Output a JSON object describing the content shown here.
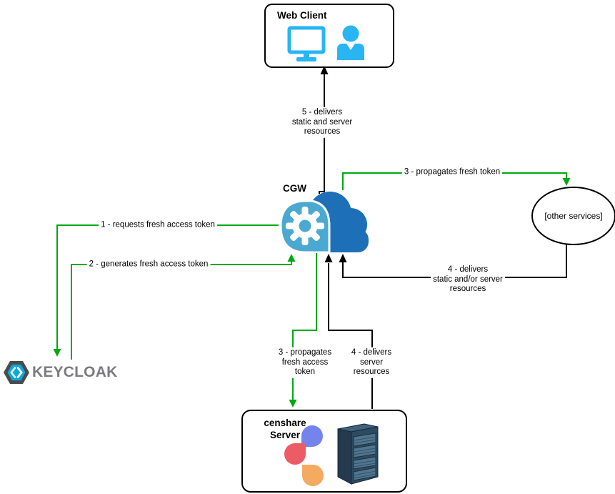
{
  "nodes": {
    "web_client": {
      "title": "Web Client",
      "icons": [
        "monitor-icon",
        "user-icon"
      ]
    },
    "cgw": {
      "title": "CGW",
      "icon": "cloud-gear-icon"
    },
    "other_services": {
      "label": "[other services]"
    },
    "keycloak": {
      "label": "KEYCLOAK",
      "icon": "keycloak-hexagon-icon"
    },
    "censhare_server": {
      "title_lines": [
        "censhare",
        "Server"
      ],
      "icons": [
        "censhare-logo-icon",
        "server-rack-icon"
      ]
    }
  },
  "edges": {
    "e1_requests": {
      "label": "1 - requests fresh access token",
      "color": "green",
      "from": "CGW",
      "to": "KEYCLOAK"
    },
    "e2_generates": {
      "label": "2 - generates fresh access token",
      "color": "green",
      "from": "KEYCLOAK",
      "to": "CGW"
    },
    "e3_services": {
      "label": "3 - propagates fresh token",
      "color": "green",
      "from": "CGW",
      "to": "[other services]"
    },
    "e3_censhare": {
      "lines": [
        "3 - propagates",
        "fresh access",
        "token"
      ],
      "color": "green",
      "from": "CGW",
      "to": "censhare Server"
    },
    "e4_services": {
      "lines": [
        "4 - delivers",
        "static and/or server",
        "resources"
      ],
      "color": "black",
      "from": "[other services]",
      "to": "CGW"
    },
    "e4_censhare": {
      "lines": [
        "4 - delivers",
        "server",
        "resources"
      ],
      "color": "black",
      "from": "censhare Server",
      "to": "CGW"
    },
    "e5_client": {
      "lines": [
        "5 - delivers",
        "static and server",
        "resources"
      ],
      "color": "black",
      "from": "CGW",
      "to": "Web Client"
    }
  },
  "colors": {
    "arrow_green": "#00a813",
    "arrow_black": "#000000",
    "cloud_dark": "#1d70b7",
    "cloud_light": "#4ba9d1",
    "client_icon_blue": "#29b5f2",
    "censhare_blue": "#7484ec",
    "censhare_red": "#eb5c65",
    "censhare_orange": "#f4aa60",
    "keycloak_hex_gray": "#4a4b4d",
    "keycloak_hex_blue": "#0fa7d9",
    "keycloak_text_gray": "#7b7b7d"
  }
}
